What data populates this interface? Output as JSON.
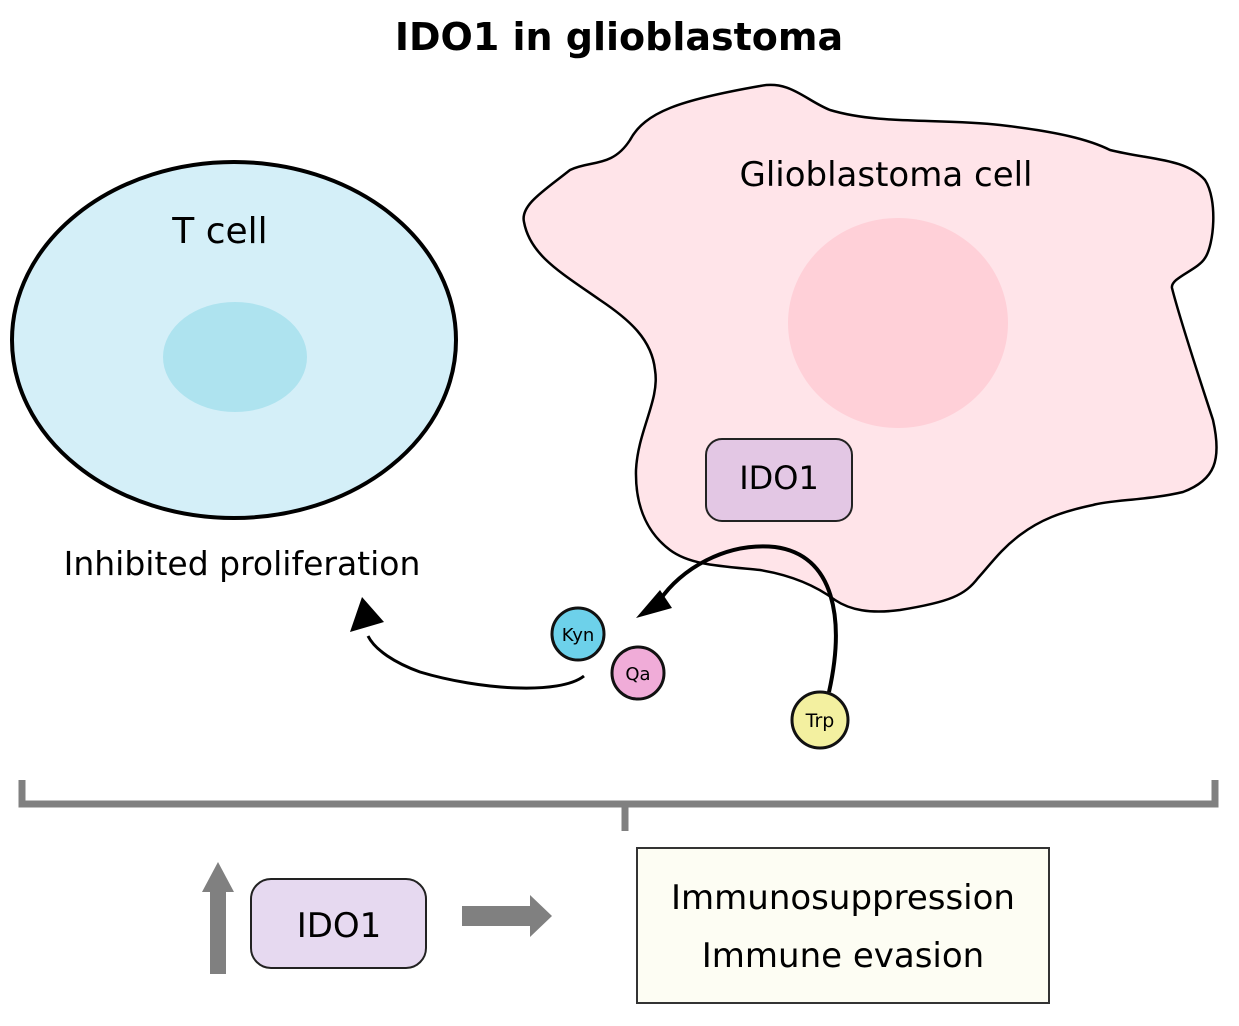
{
  "title": "IDO1 in glioblastoma",
  "t_cell": {
    "label": "T cell",
    "effect": "Inhibited proliferation",
    "fill": "#d4eff8",
    "nucleus_fill": "#aee3ef"
  },
  "glioblastoma_cell": {
    "label": "Glioblastoma cell",
    "fill": "#ffe4e9",
    "nucleus_fill": "#ffd0d8"
  },
  "enzyme": {
    "label": "IDO1",
    "fill": "#e3c7e4"
  },
  "metabolites": [
    {
      "id": "kyn",
      "label": "Kyn",
      "fill": "#6dd1ea"
    },
    {
      "id": "qa",
      "label": "Qa",
      "fill": "#f0acd8"
    },
    {
      "id": "trp",
      "label": "Trp",
      "fill": "#f3f0a0"
    }
  ],
  "summary": {
    "enzyme_label": "IDO1",
    "enzyme_fill": "#e6d9f0",
    "direction": "up",
    "outcomes": [
      "Immunosuppression",
      "Immune evasion"
    ],
    "outcome_fill": "#fdfdf3",
    "arrow_color": "#808080"
  }
}
